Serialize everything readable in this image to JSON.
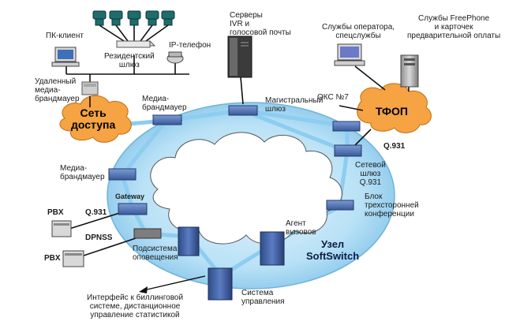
{
  "labels": {
    "pc_client": "ПК-клиент",
    "residential_gateway": "Резидентский\nшлюз",
    "ip_phone": "IP-телефон",
    "servers": "Серверы\nIVR и\nголосовой почты",
    "operator_services": "Службы оператора,\nспецслужбы",
    "freephone_services": "Службы FreePhone\nи карточек\nпредварительной оплаты",
    "remote_firewall": "Удаленный\nмедиа-\nбрандмауер",
    "access_network": "Сеть\nдоступа",
    "media_firewall_top": "Медиа-\nбрандмауер",
    "trunk_gateway": "Магистральный\nшлюз",
    "oks7": "ОКС №7",
    "tfop": "ТФОП",
    "q931_right": "Q.931",
    "network_gateway": "Сетевой\nшлюз\nQ.931",
    "media_firewall_left": "Медиа-\nбрандмауер",
    "gateway": "Gateway",
    "q931_left": "Q.931",
    "pbx_top": "PBX",
    "dpnss": "DPNSS",
    "pbx_bottom": "PBX",
    "conference_block": "Блок\nтрехсторонней\nконференции",
    "call_agent": "Агент\nвызовов",
    "softswitch_node": "Узел\nSoftSwitch",
    "notification_subsystem": "Подсистема\nоповещения",
    "control_system": "Система\nуправления",
    "billing_interface": "Интерфейс к биллинговой\nсистеме, дистанционное\nуправление статистикой"
  },
  "colors": {
    "ring": "#a9d8f2",
    "ring_edge": "#6fb4dc",
    "link": "#8ccdf0",
    "cloud_orange": "#f5a343",
    "cloud_white": "#ffffff",
    "device_blue": "#3b5a9a",
    "black_line": "#111111"
  }
}
